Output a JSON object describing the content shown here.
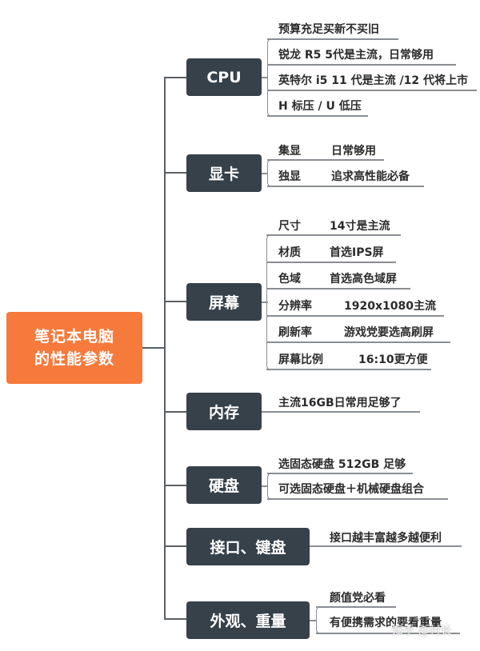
{
  "root": {
    "label": "笔记本电脑\n的性能参数",
    "color": "#F57A3C"
  },
  "categories": [
    {
      "label": "CPU",
      "items": [
        {
          "text": "预算充足买新不买旧"
        },
        {
          "text": "锐龙 R5  5代是主流，日常够用"
        },
        {
          "text": "英特尔 i5 11 代是主流 /12 代将上市"
        },
        {
          "text": "H 标压 / U 低压"
        }
      ]
    },
    {
      "label": "显卡",
      "items": [
        {
          "key": "集显",
          "text": "日常够用"
        },
        {
          "key": "独显",
          "text": "追求高性能必备"
        }
      ]
    },
    {
      "label": "屏幕",
      "items": [
        {
          "key": "尺寸",
          "text": "14寸是主流"
        },
        {
          "key": "材质",
          "text": "首选IPS屏"
        },
        {
          "key": "色域",
          "text": "首选高色域屏"
        },
        {
          "key": "分辨率",
          "text": "1920x1080主流"
        },
        {
          "key": "刷新率",
          "text": "游戏党要选高刷屏"
        },
        {
          "key": "屏幕比例",
          "text": "16:10更方便"
        }
      ]
    },
    {
      "label": "内存",
      "items": [
        {
          "text": "主流16GB日常用足够了"
        }
      ]
    },
    {
      "label": "硬盘",
      "items": [
        {
          "text": "选固态硬盘 512GB 足够"
        },
        {
          "text": "可选固态硬盘＋机械硬盘组合"
        }
      ]
    },
    {
      "label": "接口、键盘",
      "items": [
        {
          "text": "接口越丰富越多越便利"
        }
      ]
    },
    {
      "label": "外观、重量",
      "items": [
        {
          "text": "颜值党必看"
        },
        {
          "text": "有便携需求的要看重量"
        }
      ]
    }
  ],
  "watermark": "知乎 @村长",
  "colors": {
    "category_box": "#36414A",
    "connector": "#5a5f64",
    "underline": "#8a8e92"
  }
}
